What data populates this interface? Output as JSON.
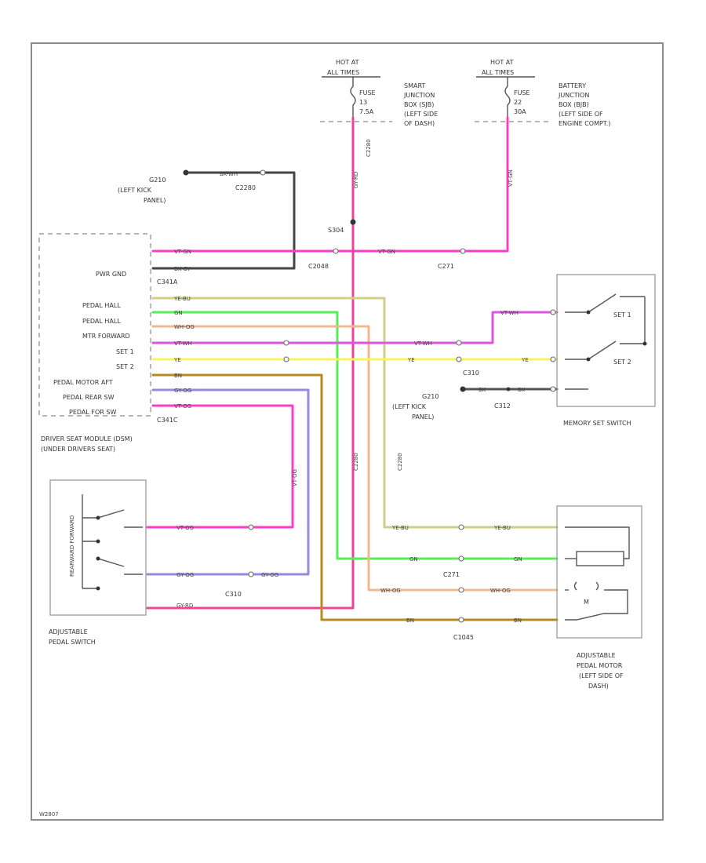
{
  "colors": {
    "pink": "#ff3cc8",
    "dark": "#444444",
    "yellow_blue": "#cfcf88",
    "green": "#55ee55",
    "white_orange": "#f0b890",
    "violet_white": "#dd55dd",
    "yellow": "#f5f560",
    "brown": "#b88a1e",
    "brown_light": "#c8a050",
    "violet": "#9a88d8",
    "violet_red": "#ee4499",
    "gray": "#555555"
  },
  "fuse_left": {
    "hot": "HOT AT",
    "hot2": "ALL TIMES",
    "fuse": "FUSE",
    "num": "13",
    "amp": "7.5A",
    "desc1": "SMART",
    "desc2": "JUNCTION",
    "desc3": "BOX (SJB)",
    "desc4": "(LEFT SIDE",
    "desc5": "OF DASH)"
  },
  "fuse_right": {
    "hot": "HOT AT",
    "hot2": "ALL TIMES",
    "fuse": "FUSE",
    "num": "22",
    "amp": "30A",
    "desc1": "BATTERY",
    "desc2": "JUNCTION",
    "desc3": "BOX (BJB)",
    "desc4": "(LEFT SIDE OF",
    "desc5": "ENGINE COMPT.)"
  },
  "wires_labels": {
    "gy_rd_vertical": "GY-RD",
    "c2280": "C2280",
    "vt_gn": "VT-GN",
    "blk_wh": "BK-WH",
    "vt_gn_main": "VT-GN",
    "bk_gy": "BK-GY",
    "ye_bu": "YE-BU",
    "gn": "GN",
    "wh_og": "WH-OG",
    "vt_wh": "VT-WH",
    "yel": "YE",
    "bn": "BN",
    "gy_og": "GY-OG",
    "vt_og": "VT-OG",
    "vt_og_v": "VT-OG",
    "gy_rd": "GY-RD",
    "bk": "BK"
  },
  "ground_top": {
    "id": "G210",
    "desc1": "(LEFT KICK",
    "desc2": "PANEL)",
    "conn": "C2280"
  },
  "splice": {
    "id": "S304"
  },
  "connectors": {
    "c2048": "C2048",
    "c271": "C271",
    "c341a": "C341A",
    "c341c": "C341C",
    "c310": "C310",
    "c2280_lower": "C2280",
    "c271_lower": "C271",
    "c1045": "C1045",
    "c312": "C312",
    "c310_mid": "C310",
    "c2280_v": "C2280"
  },
  "module": {
    "pwr_gnd": "PWR GND",
    "pedal_hall1": "PEDAL HALL",
    "pedal_hall2": "PEDAL HALL",
    "mtr_forward": "MTR FORWARD",
    "set1": "SET 1",
    "set2": "SET 2",
    "pedal_motor_aft": "PEDAL MOTOR AFT",
    "pedal_rear_sw": "PEDAL REAR SW",
    "pedal_fwd_sw": "PEDAL FOR SW",
    "name1": "DRIVER SEAT MODULE (DSM)",
    "name2": "(UNDER DRIVERS SEAT)"
  },
  "memory_switch": {
    "set1": "SET 1",
    "set2": "SET 2",
    "name": "MEMORY SET SWITCH"
  },
  "ground_mid": {
    "id": "G210",
    "desc1": "(LEFT KICK",
    "desc2": "PANEL)"
  },
  "pedal_switch": {
    "vertical_label": "REARWARD FORWARD",
    "name1": "ADJUSTABLE",
    "name2": "PEDAL SWITCH"
  },
  "pedal_motor": {
    "m": "M",
    "name1": "ADJUSTABLE",
    "name2": "PEDAL MOTOR",
    "name3": "(LEFT SIDE OF",
    "name4": "DASH)"
  },
  "footer": {
    "code": "W2807"
  }
}
